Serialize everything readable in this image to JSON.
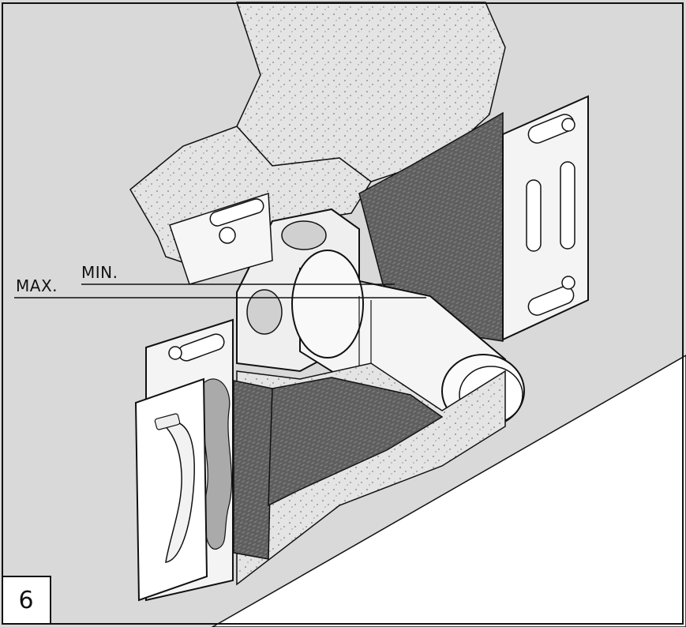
{
  "labels": {
    "min": "MIN.",
    "max": "MAX."
  },
  "step": {
    "number": "6"
  },
  "colors": {
    "wall": "#dcdcdc",
    "plaster": "#e6e6e6",
    "membrane": "#5a5a5a",
    "metal": "#f2f2f2",
    "outline": "#111111"
  }
}
